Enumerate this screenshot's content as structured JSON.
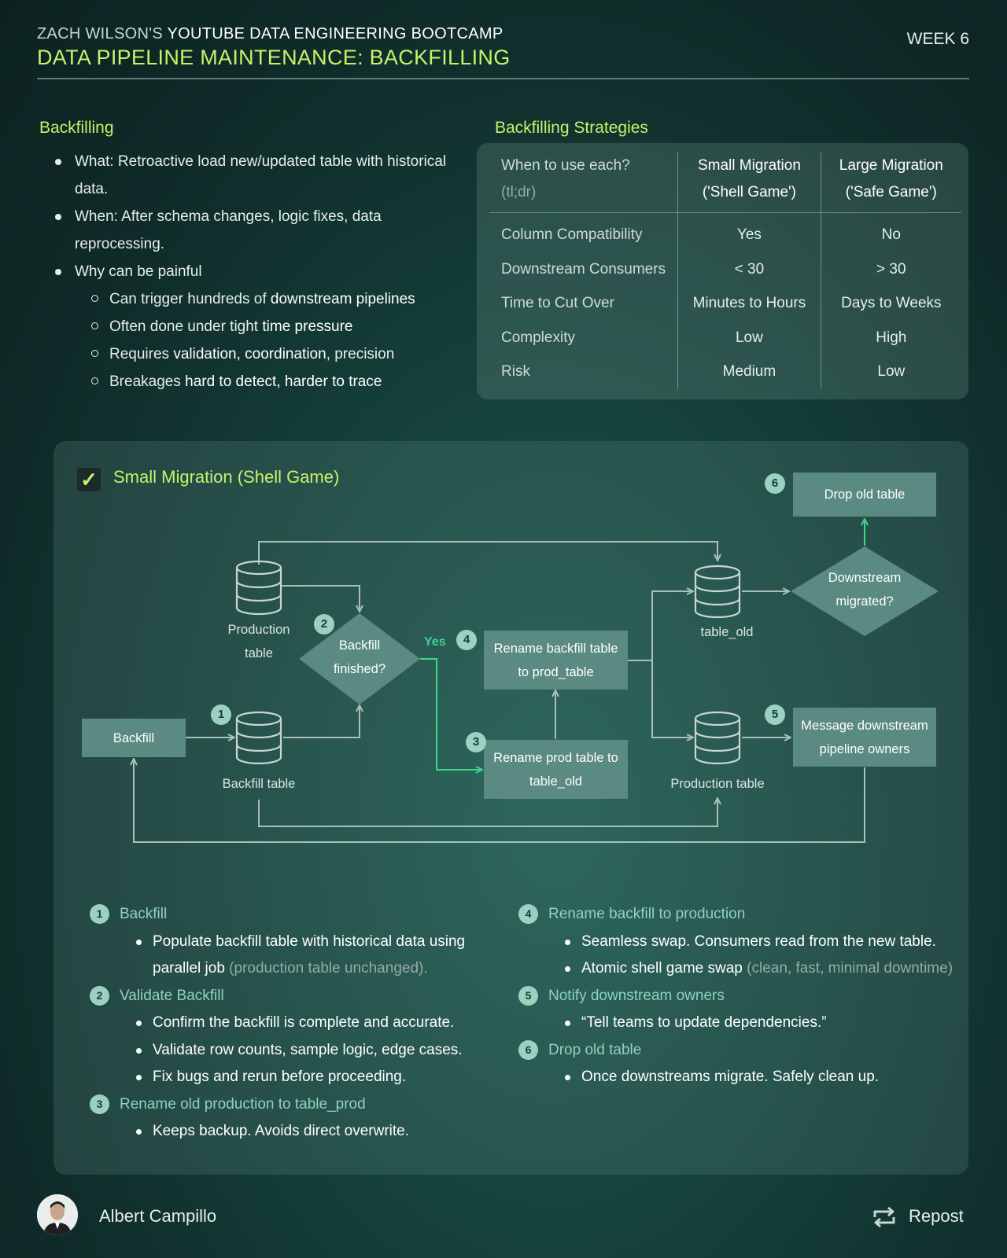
{
  "header": {
    "top_light": "ZACH WILSON'S",
    "top_bold": "YOUTUBE DATA ENGINEERING BOOTCAMP",
    "title": "DATA PIPELINE MAINTENANCE: BACKFILLING",
    "week": "WEEK 6"
  },
  "backfilling": {
    "title": "Backfilling",
    "what": "What: Retroactive load new/updated table with historical data.",
    "when": "When: After schema changes, logic fixes, data reprocessing.",
    "why": "Why can be painful",
    "subs": [
      {
        "pre": "Can trigger hundreds of ",
        "hl": "downstream pipelines",
        "post": ""
      },
      {
        "pre": "Often done under tight ",
        "hl": "time pressure",
        "post": ""
      },
      {
        "pre": "Requires ",
        "hl": "validation, coordination",
        "post": ", precision"
      },
      {
        "pre": "Breakages ",
        "hl": "hard to detect, harder to trace",
        "post": ""
      }
    ]
  },
  "strategies": {
    "title": "Backfilling Strategies",
    "header": {
      "q": "When to use each?",
      "q_sub": "(tl;dr)",
      "small": "Small Migration",
      "small_sub": "('Shell Game')",
      "large": "Large Migration",
      "large_sub": "('Safe Game')"
    },
    "rows": [
      {
        "label": "Column Compatibility",
        "small": "Yes",
        "large": "No"
      },
      {
        "label": "Downstream Consumers",
        "small": "< 30",
        "large": "> 30"
      },
      {
        "label": "Time to Cut Over",
        "small": "Minutes to Hours",
        "large": "Days to Weeks"
      },
      {
        "label": "Complexity",
        "small": "Low",
        "large": "High"
      },
      {
        "label": "Risk",
        "small": "Medium",
        "large": "Low"
      }
    ]
  },
  "diagram": {
    "title": "Small Migration (Shell Game)",
    "check_icon": "check-icon",
    "nodes": {
      "backfill": "Backfill",
      "backfill_table": "Backfill table",
      "production_table_line1": "Production",
      "production_table_line2": "table",
      "backfill_finished_line1": "Backfill",
      "backfill_finished_line2": "finished?",
      "yes": "Yes",
      "rename_backfill_line1": "Rename backfill table",
      "rename_backfill_line2": "to prod_table",
      "rename_prod_line1": "Rename prod table to",
      "rename_prod_line2": "table_old",
      "table_old": "table_old",
      "production_table_right": "Production table",
      "downstream_line1": "Downstream",
      "downstream_line2": "migrated?",
      "drop_old": "Drop old table",
      "message_line1": "Message downstream",
      "message_line2": "pipeline owners"
    },
    "badges": [
      "1",
      "2",
      "3",
      "4",
      "5",
      "6"
    ]
  },
  "steps_left": [
    {
      "num": "1",
      "title": "Backfill",
      "bullets": [
        {
          "text": "Populate backfill table with historical data using parallel job ",
          "muted": "(production table unchanged)."
        }
      ]
    },
    {
      "num": "2",
      "title": "Validate Backfill",
      "bullets": [
        {
          "text": "Confirm the backfill is complete and accurate.",
          "muted": ""
        },
        {
          "text": "Validate row counts, sample logic, edge cases.",
          "muted": ""
        },
        {
          "text": " Fix bugs and rerun before proceeding.",
          "muted": ""
        }
      ]
    },
    {
      "num": "3",
      "title": "Rename old production to table_prod",
      "bullets": [
        {
          "text": "Keeps backup. Avoids direct overwrite.",
          "muted": ""
        }
      ]
    }
  ],
  "steps_right": [
    {
      "num": "4",
      "title": "Rename backfill to production",
      "bullets": [
        {
          "text": "Seamless swap. Consumers read from the new table.",
          "muted": ""
        },
        {
          "text": "Atomic shell game swap ",
          "muted": "(clean, fast, minimal downtime)"
        }
      ]
    },
    {
      "num": "5",
      "title": "Notify downstream owners",
      "bullets": [
        {
          "text": "“Tell teams to update dependencies.”",
          "muted": ""
        }
      ]
    },
    {
      "num": "6",
      "title": "Drop old table",
      "bullets": [
        {
          "text": "Once downstreams migrate. Safely clean up.",
          "muted": ""
        }
      ]
    }
  ],
  "footer": {
    "author": "Albert Campillo",
    "repost": "Repost",
    "repost_icon": "repost-icon",
    "avatar_icon": "avatar"
  }
}
